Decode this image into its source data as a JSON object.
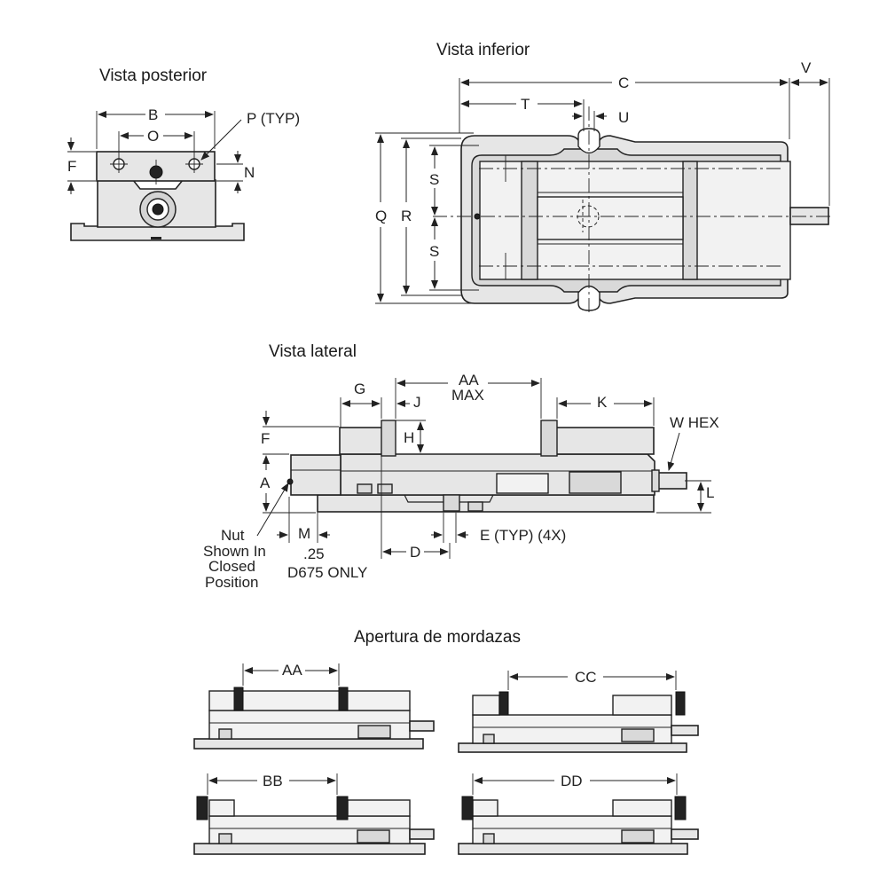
{
  "views": {
    "rear": "Vista posterior",
    "bottom": "Vista inferior",
    "side": "Vista lateral",
    "jaws": "Apertura de mordazas"
  },
  "rear_labels": {
    "B": "B",
    "O": "O",
    "P": "P (TYP)",
    "F": "F",
    "N": "N"
  },
  "bottom_labels": {
    "C": "C",
    "V": "V",
    "T": "T",
    "U": "U",
    "Q": "Q",
    "R": "R",
    "S1": "S",
    "S2": "S"
  },
  "side_labels": {
    "G": "G",
    "AA": "AA",
    "MAX": "MAX",
    "J": "J",
    "K": "K",
    "F": "F",
    "H": "H",
    "A": "A",
    "W": "W HEX",
    "L": "L",
    "M": "M",
    "E": "E (TYP) (4X)",
    "D": "D",
    "d25": ".25",
    "d675": "D675 ONLY",
    "nut1": "Nut",
    "nut2": "Shown In",
    "nut3": "Closed",
    "nut4": "Position"
  },
  "jaw_labels": {
    "AA": "AA",
    "CC": "CC",
    "BB": "BB",
    "DD": "DD"
  }
}
